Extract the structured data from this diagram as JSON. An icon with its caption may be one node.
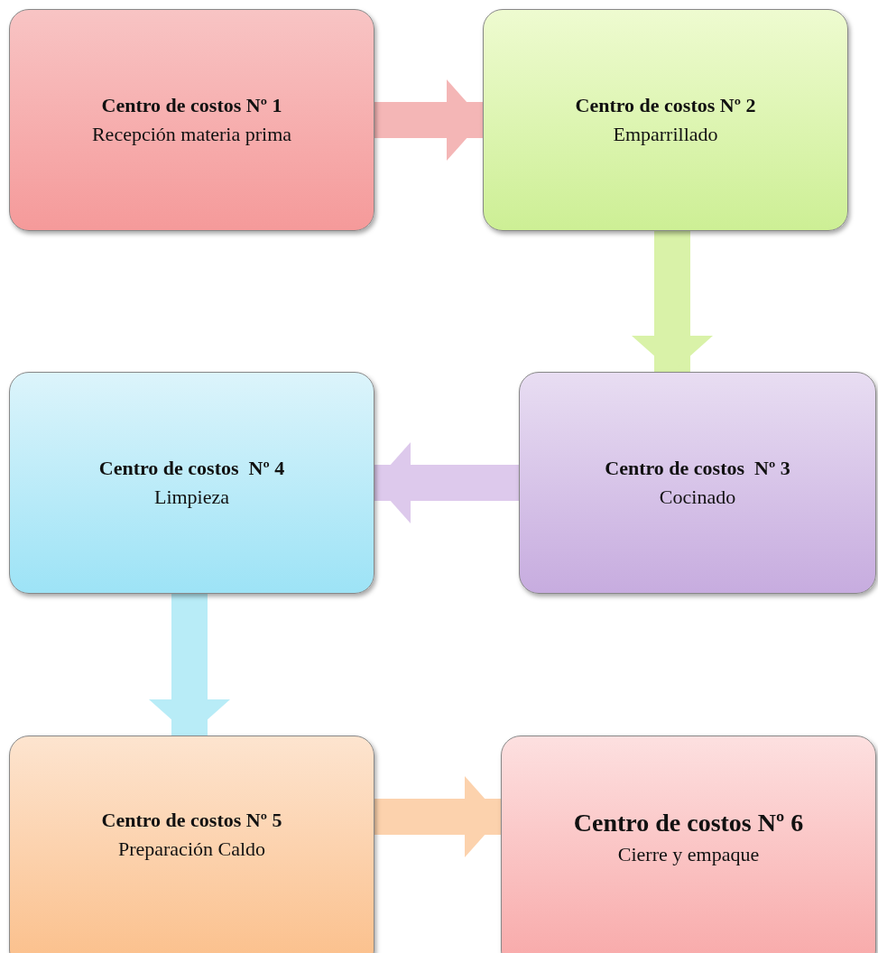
{
  "diagram": {
    "nodes": [
      {
        "text": [
          "Centro de costos Nº 1",
          "Recepción materia prima"
        ]
      },
      {
        "text": [
          "Centro de costos Nº 2",
          "Emparrillado"
        ]
      },
      {
        "text": [
          "Centro de costos  Nº 3",
          "Cocinado"
        ]
      },
      {
        "text": [
          "Centro de costos  Nº 4",
          "Limpieza"
        ]
      },
      {
        "text": [
          "Centro de costos Nº 5",
          "Preparación Caldo"
        ]
      },
      {
        "text": [
          "Centro de costos Nº 6",
          "Cierre y empaque"
        ]
      }
    ],
    "edges": [
      {
        "from": 0,
        "to": 1,
        "arrow": "to",
        "color": "#f4b6b6"
      },
      {
        "from": 1,
        "to": 2,
        "arrow": "to",
        "color": "#d9f2a8"
      },
      {
        "from": 2,
        "to": 3,
        "arrow": "to",
        "color": "#ddc9ec"
      },
      {
        "from": 3,
        "to": 4,
        "arrow": "to",
        "color": "#b8ecf7"
      },
      {
        "from": 4,
        "to": 5,
        "arrow": "to",
        "color": "#fcd2ad"
      }
    ]
  }
}
